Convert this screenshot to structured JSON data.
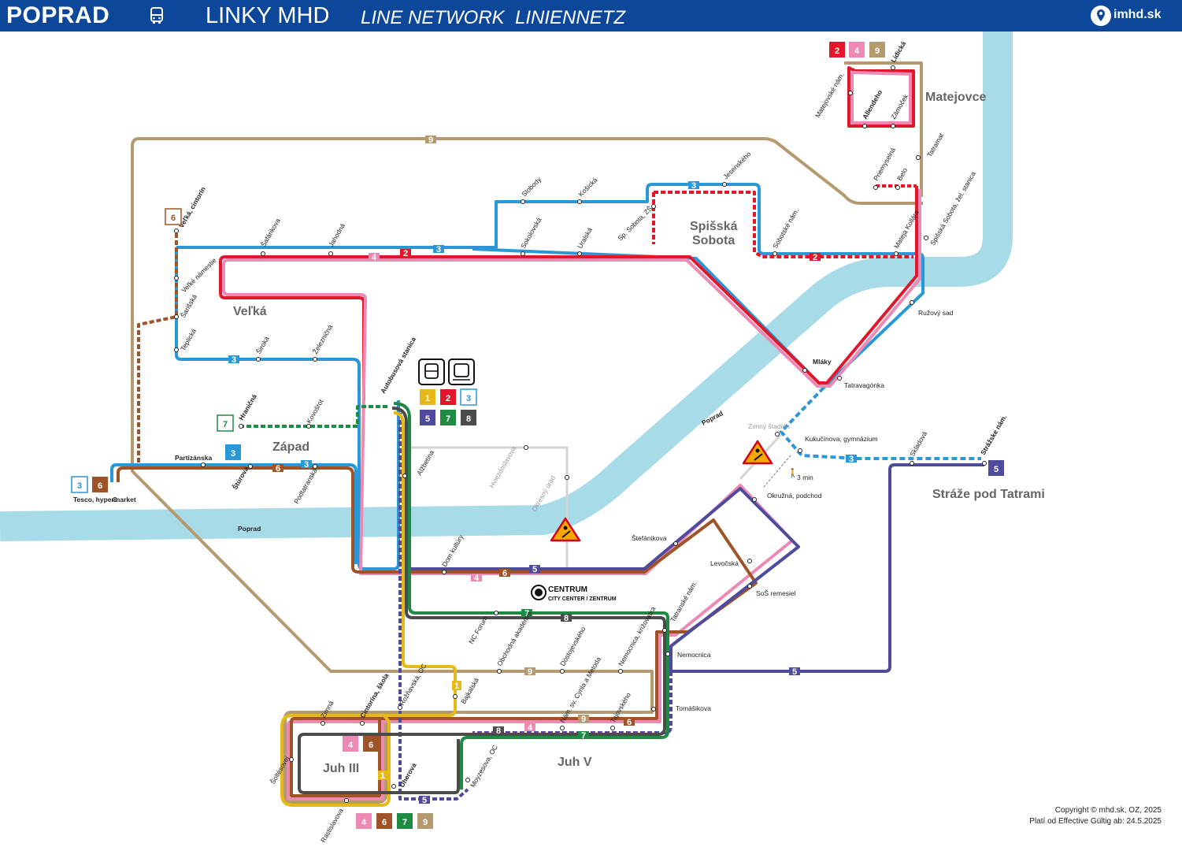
{
  "header": {
    "city": "POPRAD",
    "title": "LINKY MHD",
    "title_en": "LINE NETWORK",
    "title_de": "LINIENNETZ",
    "logo_text": "imhd.sk",
    "icons": [
      "bus-icon",
      "imhd-logo-icon"
    ]
  },
  "colors": {
    "header_bg": "#0d479a",
    "river": "#a8dbe8",
    "line_1": "#e6b81a",
    "line_2": "#e3172b",
    "line_3": "#2a97d6",
    "line_4": "#ec8ab4",
    "line_5": "#4e4a9c",
    "line_6": "#9e5427",
    "line_7": "#1f8a41",
    "line_8": "#4b4b4b",
    "line_9": "#b59a6f"
  },
  "lines": [
    "1",
    "2",
    "3",
    "4",
    "5",
    "6",
    "7",
    "8",
    "9"
  ],
  "districts": [
    "Matejovce",
    "Spišská Sobota",
    "Veľká",
    "Západ",
    "Juh III",
    "Juh V",
    "Stráže pod Tatrami"
  ],
  "river": {
    "label": "Poprad",
    "labels": [
      "Poprad",
      "Poprad"
    ]
  },
  "stops": [
    "Lidická",
    "Matejovské nám.",
    "Allendeho",
    "Zámoček",
    "Priemyselná",
    "Belo",
    "Tatramat",
    "Jesenského",
    "Slobody",
    "Košická",
    "Sokolovská",
    "Uralská",
    "Sp. Sobota, ZŠ",
    "Sobotské nám.",
    "Mateja Kollára",
    "Spišská Sobota, žel. stanica",
    "Ružový sad",
    "Veľká, cintorín",
    "Šafárikova",
    "Jahodná",
    "Veľké námestie",
    "Šarišská",
    "Teplická",
    "Široká",
    "Železničná",
    "Autobusová stanica",
    "Mláky",
    "Tatravagónka",
    "Hraničná",
    "Kovošrot",
    "Partizánska",
    "Tesco, hypermarket",
    "Štúrova",
    "Podtatranská",
    "Alžbetina",
    "Hviezdoslavova",
    "Okresný úrad",
    "Zimný štadión",
    "Kukučínova, gymnázium",
    "Skladová",
    "Strážske nám.",
    "Okružná, podchod",
    "Štefánikova",
    "Levočská",
    "Dom kultúry",
    "SoŠ remesiel",
    "Tatranské nám.",
    "Nemocnica",
    "NC Forum",
    "Obchodná akadémia",
    "Dostojevského",
    "Nemocnica, križovatka",
    "Tomášikova",
    "Rožňavská, OC",
    "Bajkalská",
    "Zimná",
    "Cintorína, škola",
    "Nám. sv. Cyrila a Metoda",
    "Tajovského",
    "Šoltésovej",
    "Moyzesova, OC",
    "Uherova",
    "Rastislavova"
  ],
  "stop_labels": {
    "velka_cintorin": "Veľká, cintorín",
    "safarikova": "Šafárikova",
    "jahodna": "Jahodná",
    "velke_nam": "Veľké námestie",
    "sariska": "Šarišská",
    "teplicka": "Teplická",
    "siroka": "Široká",
    "zeleznicna": "Železničná",
    "autobusova": "Autobusová stanica",
    "slobody": "Slobody",
    "kosicka": "Košická",
    "sokolovska": "Sokolovská",
    "uralska": "Uralská",
    "sp_sobota_zs": "Sp. Sobota, ZŠ",
    "jesenskeho": "Jesenského",
    "sobotske": "Sobotské nám.",
    "mateja": "Mateja Kollára",
    "spis_stanica": "Spišská Sobota, žel. stanica",
    "ruzovy": "Ružový sad",
    "mlaky": "Mláky",
    "tatravagonka": "Tatravagónka",
    "lidicka": "Lidická",
    "matejovske": "Matejovské nám.",
    "allendeho": "Allendeho",
    "zamocek": "Zámoček",
    "priemyselna": "Priemyselná",
    "belo": "Belo",
    "tatramat": "Tatramat",
    "hranicna": "Hraničná",
    "kovosrot": "Kovošrot",
    "partizanska": "Partizánska",
    "tesco": "Tesco, hypermarket",
    "sturova": "Štúrova",
    "podtatranska": "Podtatranská",
    "alzbetina": "Alžbetina",
    "hviezdoslavova": "Hviezdoslavova",
    "okresny": "Okresný úrad",
    "zimny": "Zimný štadión",
    "kukucinova": "Kukučínova, gymnázium",
    "skladova": "Skladová",
    "strazske": "Strážske nám.",
    "okruzna": "Okružná, podchod",
    "stefanikova": "Štefánikova",
    "levocska": "Levočská",
    "dom_kultury": "Dom kultúry",
    "sos": "SoŠ remesiel",
    "tatranske": "Tatranské nám.",
    "nemocnica": "Nemocnica",
    "nc_forum": "NC Forum",
    "obch_akad": "Obchodná akadémia",
    "dostojevskeho": "Dostojevského",
    "nem_kriz": "Nemocnica, križovatka",
    "tomasikova": "Tomášikova",
    "roznavska": "Rožňavská, OC",
    "bajkalska": "Bajkalská",
    "zimna": "Zimná",
    "cintorina": "Cintorína, škola",
    "cyrila": "Nám. sv. Cyrila a Metoda",
    "tajovskeho": "Tajovského",
    "soltesovej": "Šoltésovej",
    "moyzesova": "Moyzesova, OC",
    "uherova": "Uherova",
    "rastislavova": "Rastislavova"
  },
  "centrum": {
    "title": "CENTRUM",
    "subtitle": "CITY CENTER / ZENTRUM"
  },
  "walk": "3 min",
  "terminus_badges": {
    "matejovce": [
      "2",
      "4",
      "9"
    ],
    "autobusova": [
      "1",
      "2",
      "3",
      "5",
      "7",
      "8"
    ],
    "velka": [
      "6"
    ],
    "hranicna": [
      "7"
    ],
    "partizanska": [
      "3"
    ],
    "tesco": [
      "3",
      "6"
    ],
    "straze": [
      "5"
    ],
    "juh3": [
      "4",
      "6"
    ],
    "rastislavova": [
      "4",
      "6",
      "7",
      "9"
    ]
  },
  "footer": {
    "copyright": "Copyright © mhd.sk, OZ, 2025",
    "valid": "Platí od  Effective  Gültig ab: 24.5.2025"
  }
}
